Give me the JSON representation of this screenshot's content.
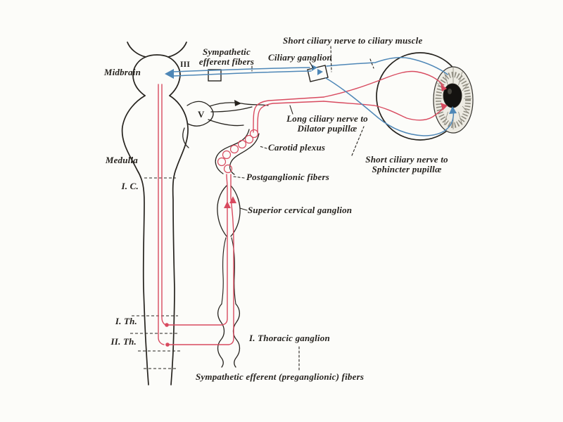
{
  "figure": {
    "background_color": "#fcfcf9",
    "ink_color": "#26231e",
    "sympathetic_fiber_color": "#d84a5f",
    "oculomotor_fiber_color": "#4e87b7",
    "labels": {
      "short_ciliary_muscle": "Short ciliary nerve to ciliary muscle",
      "ciliary_ganglion": "Ciliary ganglion",
      "sympathetic_efferent_line1": "Sympathetic",
      "sympathetic_efferent_line2": "efferent fibers",
      "midbrain": "Midbrain",
      "oculomotor_numeral": "III",
      "trigeminal_numeral": "V",
      "long_ciliary_line1": "Long ciliary nerve to",
      "long_ciliary_line2": "Dilator pupillæ",
      "carotid_plexus": "Carotid plexus",
      "short_ciliary_sphincter_line1": "Short ciliary nerve to",
      "short_ciliary_sphincter_line2": "Sphincter pupillæ",
      "medulla": "Medulla",
      "cervical_level": "I. C.",
      "postganglionic_fibers": "Postganglionic fibers",
      "superior_cervical_ganglion": "Superior cervical ganglion",
      "thoracic_level_1": "I. Th.",
      "thoracic_level_2": "II. Th.",
      "first_thoracic_ganglion": "I. Thoracic ganglion",
      "preganglionic_fibers": "Sympathetic efferent (preganglionic) fibers"
    }
  }
}
